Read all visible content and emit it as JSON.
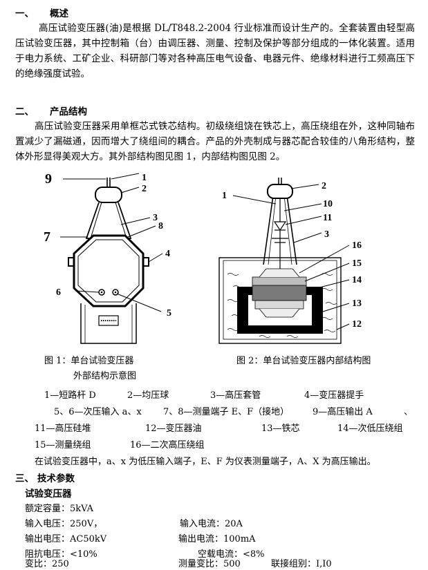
{
  "section1": {
    "num": "一、",
    "title": "概述",
    "body": "高压试验变压器(油)是根据 DL/T848.2-2004 行业标准而设计生产的。全套装置由轻型高压试验变压器，其中控制箱（台）由调压器、测量、控制及保护等部分组成的一体化装置。适用于电力系统、工矿企业、科研部门等对各种高压电气设备、电器元件、绝缘材料进行工频高压下的绝缘强度试验。"
  },
  "section2": {
    "num": "二、",
    "title": "产品结构",
    "body": "高压试验变压器采用单框芯式铁芯结构。初级绕组饶在铁芯上，高压绕组在外，这种同轴布置减少了漏磁通，因而增大了绕组间的耦合。产品的外壳制成与器芯配合较佳的八角形结构，整体外形显得美观大方。其外部结构图见图 1，内部结构图见图 2。"
  },
  "figure1": {
    "labels": [
      "9",
      "1",
      "2",
      "3",
      "8",
      "7",
      "4",
      "6",
      "5"
    ],
    "caption_line1": "图 1：单台试验变压器",
    "caption_line2": "外部结构示意图"
  },
  "figure2": {
    "labels": [
      "1",
      "2",
      "10",
      "11",
      "3",
      "16",
      "15",
      "14",
      "13",
      "12"
    ],
    "caption": "图 2：单台试验变压器内部结构图"
  },
  "legend": [
    "1—短路杆 D",
    "2—均压球",
    "3—高压套管",
    "4—变压器提手",
    "5、6—次压输入 a、x",
    "7、8—测量端子 E、F（接地）",
    "9—高压输出 A",
    "、",
    "11—高压硅堆",
    "12—变压器油",
    "13—铁芯",
    "14—次低压绕组",
    "15—测量绕组",
    "16—二次高压绕组"
  ],
  "terminal_note": "在试验变压器中，a、x 为低压输入端子，E、F 为仪表测量端子，A、X 为高压输出。",
  "section3": {
    "num": "三、",
    "title": "技术参数",
    "subtitle": "试验变压器",
    "params": [
      "额定容量：5kVA",
      "输入电压：250V，",
      "输入电流：20A",
      "输出电压：AC50kV",
      "输出电流：100mA",
      "阻抗电压：<10%",
      "空载电流：<8%",
      "变比：250",
      "测量变比：500",
      "联接组别：I,I0"
    ]
  }
}
